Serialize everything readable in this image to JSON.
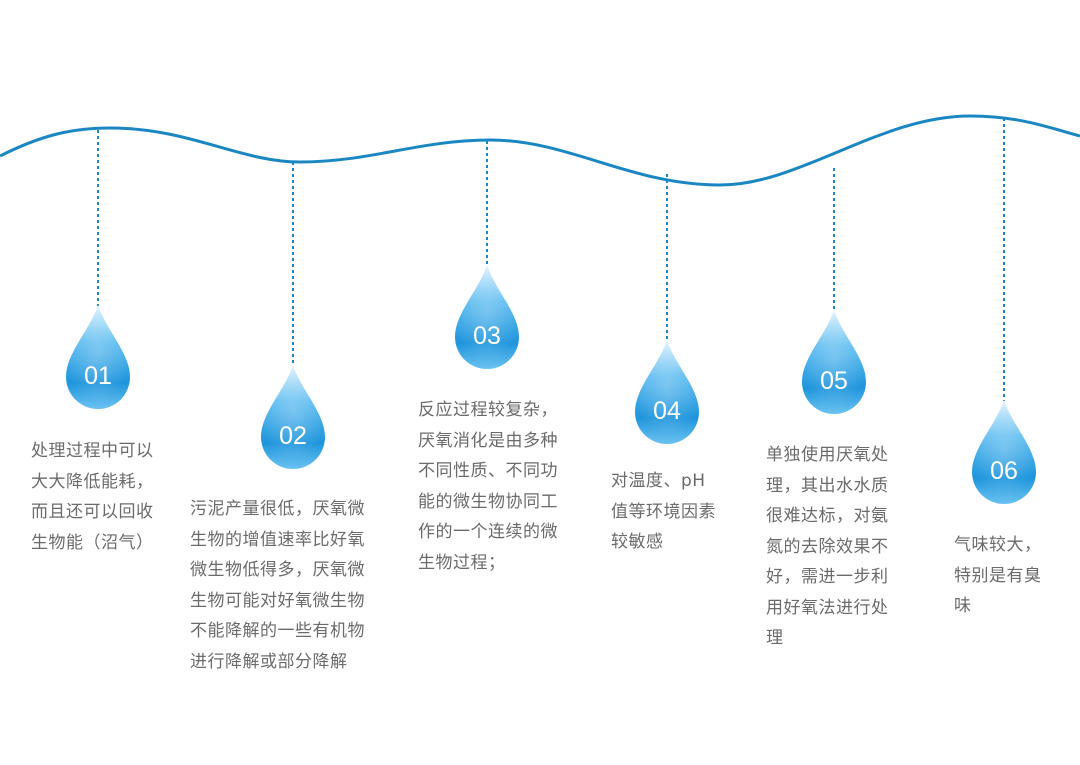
{
  "colors": {
    "wave": "#1b87c2",
    "drop_dark": "#1f95dc",
    "drop_light": "#cfeafc",
    "text": "#6b6b6b"
  },
  "items": [
    {
      "number": "01",
      "text": "处理过程中可以\n大大降低能耗，\n而且还可以回收\n生物能（沼气）"
    },
    {
      "number": "02",
      "text": "污泥产量很低，厌氧微\n生物的增值速率比好氧\n微生物低得多，厌氧微\n生物可能对好氧微生物\n不能降解的一些有机物\n进行降解或部分降解"
    },
    {
      "number": "03",
      "text": "反应过程较复杂，\n厌氧消化是由多种\n不同性质、不同功\n能的微生物协同工\n作的一个连续的微\n生物过程；"
    },
    {
      "number": "04",
      "text": "对温度、pH\n值等环境因素\n较敏感"
    },
    {
      "number": "05",
      "text": "单独使用厌氧处\n理，其出水水质\n很难达标，对氨\n氮的去除效果不\n好，需进一步利\n用好氧法进行处\n理"
    },
    {
      "number": "06",
      "text": "气味较大，\n特别是有臭\n味"
    }
  ]
}
